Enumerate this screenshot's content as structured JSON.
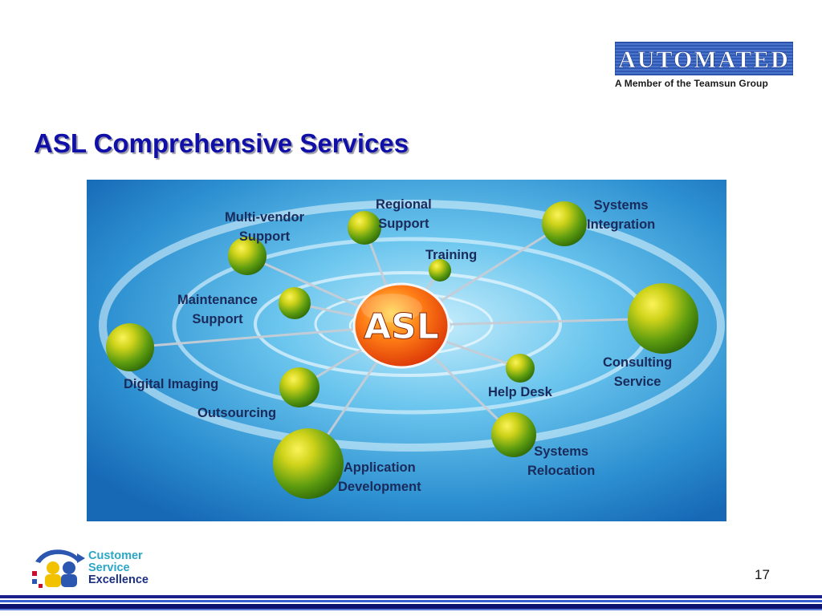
{
  "header": {
    "brand_name": "AUTOMATED",
    "brand_tagline": "A Member of the Teamsun Group"
  },
  "slide": {
    "title": "ASL Comprehensive Services",
    "page_number": "17"
  },
  "diagram": {
    "center_label": "ASL",
    "services": [
      {
        "id": "multi-vendor-support",
        "lines": [
          "Multi-vendor",
          "Support"
        ]
      },
      {
        "id": "regional-support",
        "lines": [
          "Regional",
          "Support"
        ]
      },
      {
        "id": "systems-integration",
        "lines": [
          "Systems",
          "Integration"
        ]
      },
      {
        "id": "training",
        "lines": [
          "Training"
        ]
      },
      {
        "id": "maintenance-support",
        "lines": [
          "Maintenance",
          "Support"
        ]
      },
      {
        "id": "consulting-service",
        "lines": [
          "Consulting",
          "Service"
        ]
      },
      {
        "id": "digital-imaging",
        "lines": [
          "Digital Imaging"
        ]
      },
      {
        "id": "help-desk",
        "lines": [
          "Help Desk"
        ]
      },
      {
        "id": "outsourcing",
        "lines": [
          "Outsourcing"
        ]
      },
      {
        "id": "systems-relocation",
        "lines": [
          "Systems",
          "Relocation"
        ]
      },
      {
        "id": "application-development",
        "lines": [
          "Application",
          "Development"
        ]
      }
    ]
  },
  "footer": {
    "logo_lines": [
      "Customer",
      "Service",
      "Excellence"
    ]
  }
}
